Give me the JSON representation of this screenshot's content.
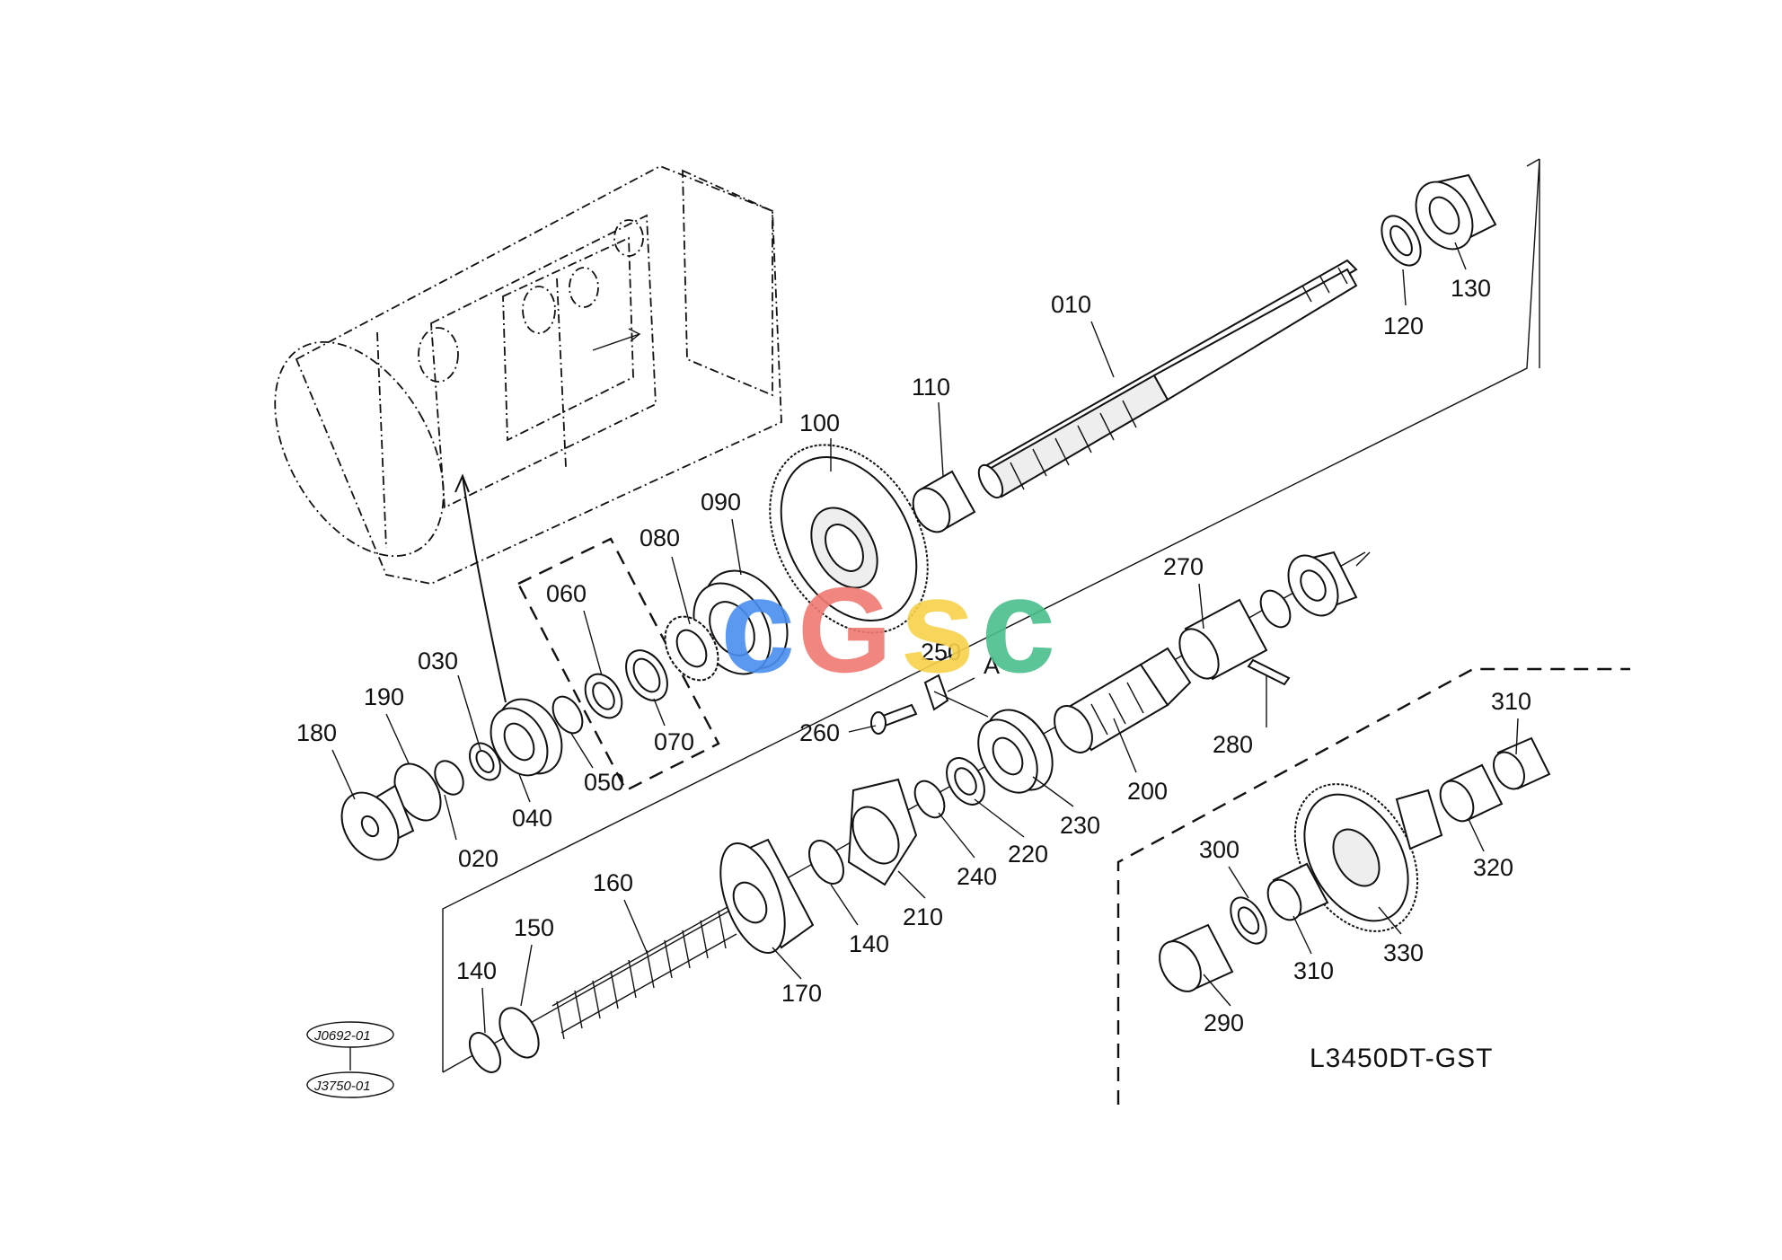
{
  "model": "L3450DT-GST",
  "references": [
    "J0692-01",
    "J3750-01"
  ],
  "callout_letter": "A",
  "watermark": {
    "letters": [
      "c",
      "G",
      "s",
      "c"
    ],
    "colors": [
      "#4a8ef0",
      "#f07a74",
      "#f7d24a",
      "#4bbf8c"
    ]
  },
  "parts": [
    "010",
    "020",
    "030",
    "040",
    "050",
    "060",
    "070",
    "080",
    "090",
    "100",
    "110",
    "120",
    "130",
    "140",
    "140",
    "150",
    "160",
    "170",
    "180",
    "190",
    "200",
    "210",
    "220",
    "230",
    "240",
    "250",
    "260",
    "270",
    "280",
    "290",
    "300",
    "310",
    "310",
    "320",
    "330"
  ]
}
